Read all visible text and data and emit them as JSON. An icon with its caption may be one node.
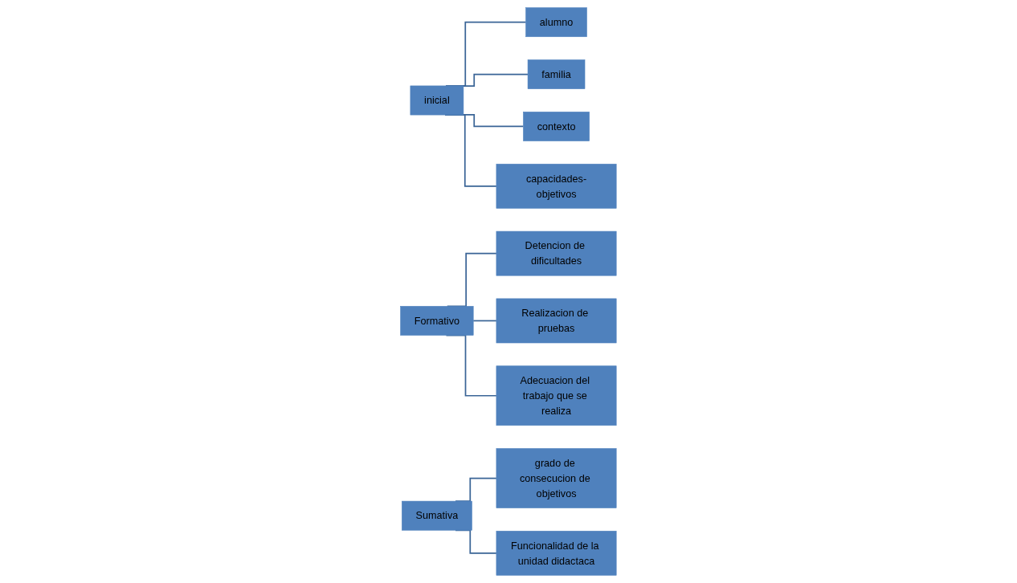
{
  "diagram": {
    "nodes": [
      {
        "text": [
          "inicial"
        ]
      },
      {
        "text": [
          "alumno"
        ]
      },
      {
        "text": [
          "familia"
        ]
      },
      {
        "text": [
          "contexto"
        ]
      },
      {
        "text": [
          "capacidades-objetivos"
        ]
      },
      {
        "text": [
          "Formativo"
        ]
      },
      {
        "text": [
          "Detencion de dificultades"
        ]
      },
      {
        "text": [
          "Realizacion de pruebas"
        ]
      },
      {
        "text": [
          "Adecuacion del trabajo que se realiza"
        ]
      },
      {
        "text": [
          "Sumativa"
        ]
      },
      {
        "text": [
          "grado de consecucion de objetivos"
        ]
      },
      {
        "text": [
          "Funcionalidad de la unidad didactaca"
        ]
      }
    ],
    "edges": [
      {
        "from": 0,
        "to": 1,
        "arrow": "none"
      },
      {
        "from": 0,
        "to": 2,
        "arrow": "none"
      },
      {
        "from": 0,
        "to": 3,
        "arrow": "none"
      },
      {
        "from": 0,
        "to": 4,
        "arrow": "none"
      },
      {
        "from": 5,
        "to": 6,
        "arrow": "none"
      },
      {
        "from": 5,
        "to": 7,
        "arrow": "none"
      },
      {
        "from": 5,
        "to": 8,
        "arrow": "none"
      },
      {
        "from": 9,
        "to": 10,
        "arrow": "none"
      },
      {
        "from": 9,
        "to": 11,
        "arrow": "none"
      }
    ]
  }
}
